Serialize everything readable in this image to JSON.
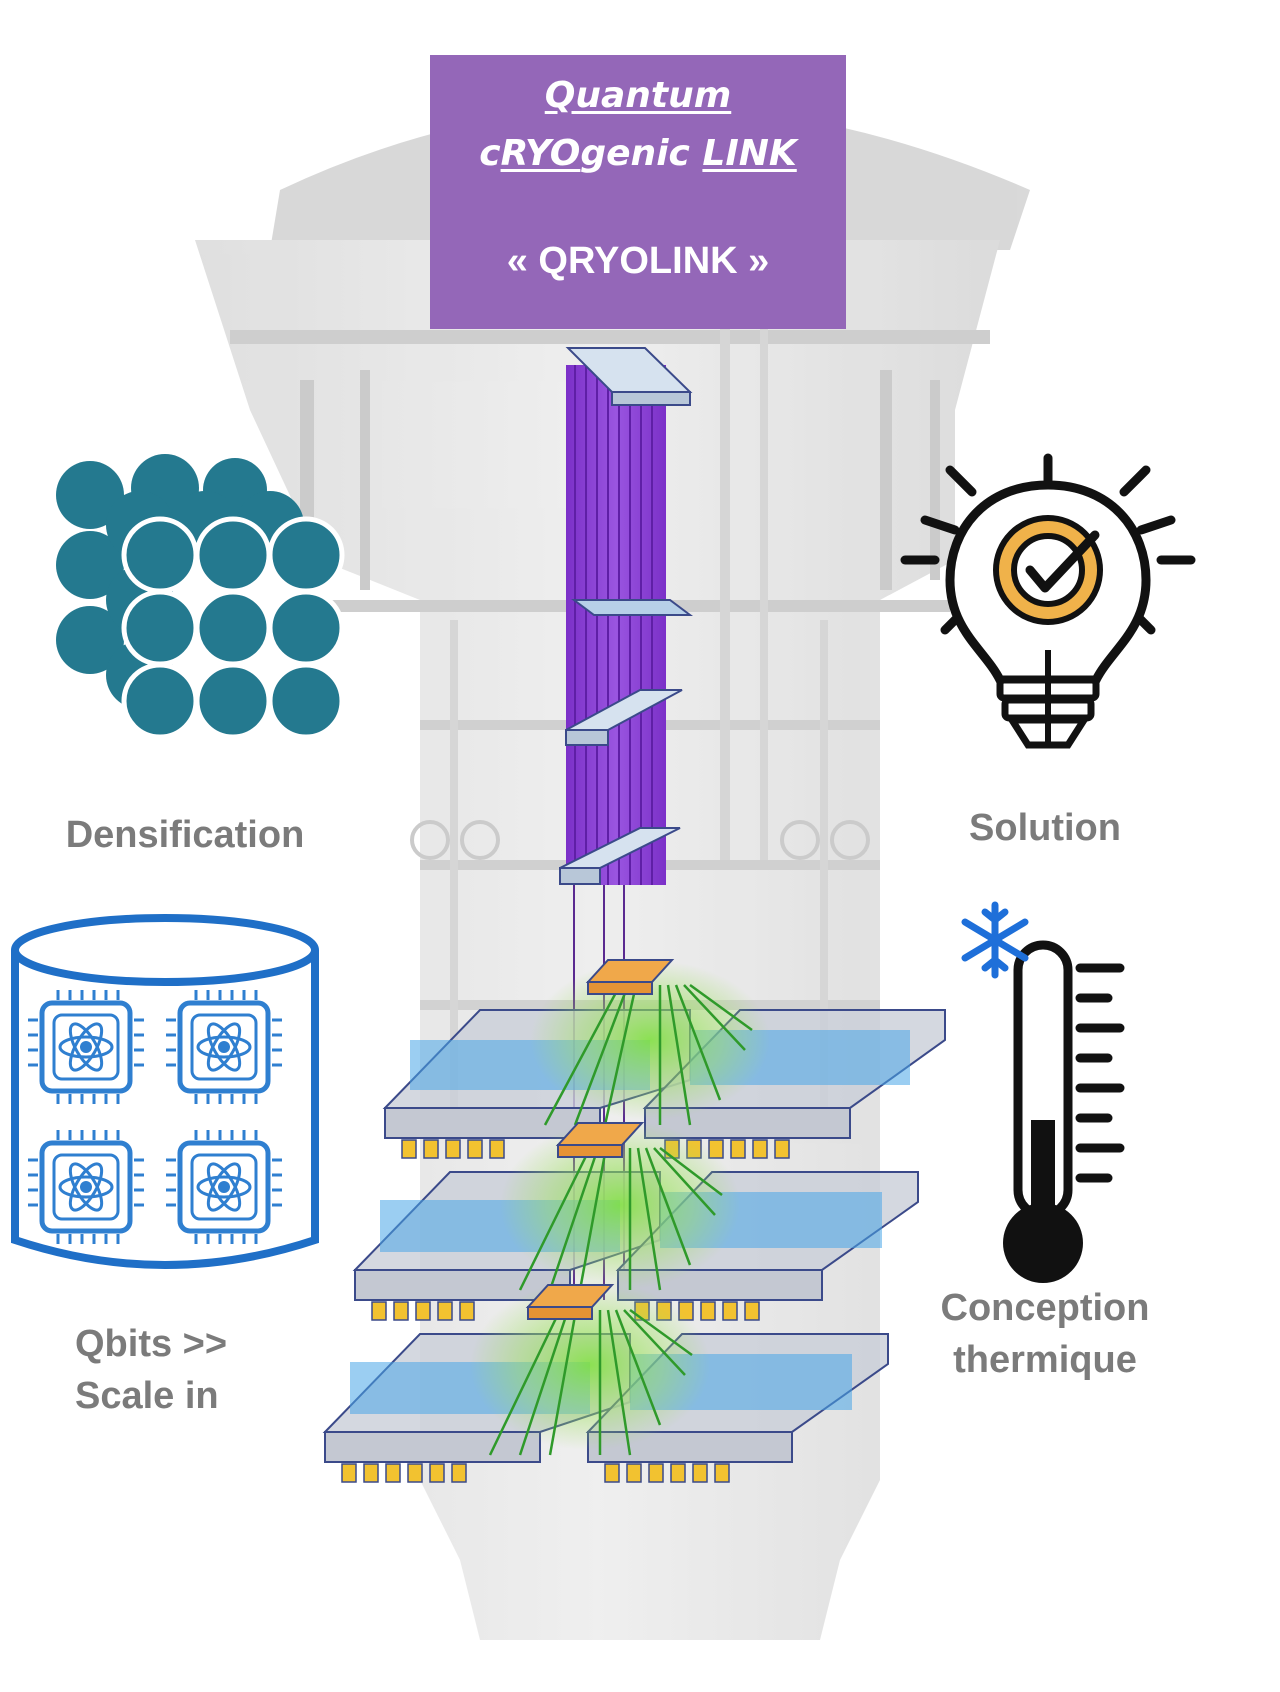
{
  "title": {
    "line1": "Quantum",
    "line2_pre": "c",
    "line2_ryo": "RYO",
    "line2_mid": "genic ",
    "line2_link": "LINK",
    "name": "« QRYOLINK »"
  },
  "labels": {
    "densification": "Densification",
    "solution": "Solution",
    "qbits_line1": "Qbits >>",
    "qbits_line2": "Scale in",
    "conception_line1": "Conception",
    "conception_line2": "thermique"
  },
  "colors": {
    "title_bg": "#9467b8",
    "cable": "#8a3fd6",
    "teal_dot": "#24798f",
    "chip_blue": "#2f7fd0",
    "module_frame": "#3b4a8a",
    "heat_glow": "#7fe23a",
    "bulb_accent": "#f0b24a",
    "snowflake": "#1e6fd9",
    "label_gray": "#7b7b7b"
  },
  "icons": {
    "dots": "densification-dots-icon",
    "cylinder": "qubit-cylinder-icon",
    "bulb": "lightbulb-check-icon",
    "thermometer": "thermometer-snowflake-icon"
  }
}
